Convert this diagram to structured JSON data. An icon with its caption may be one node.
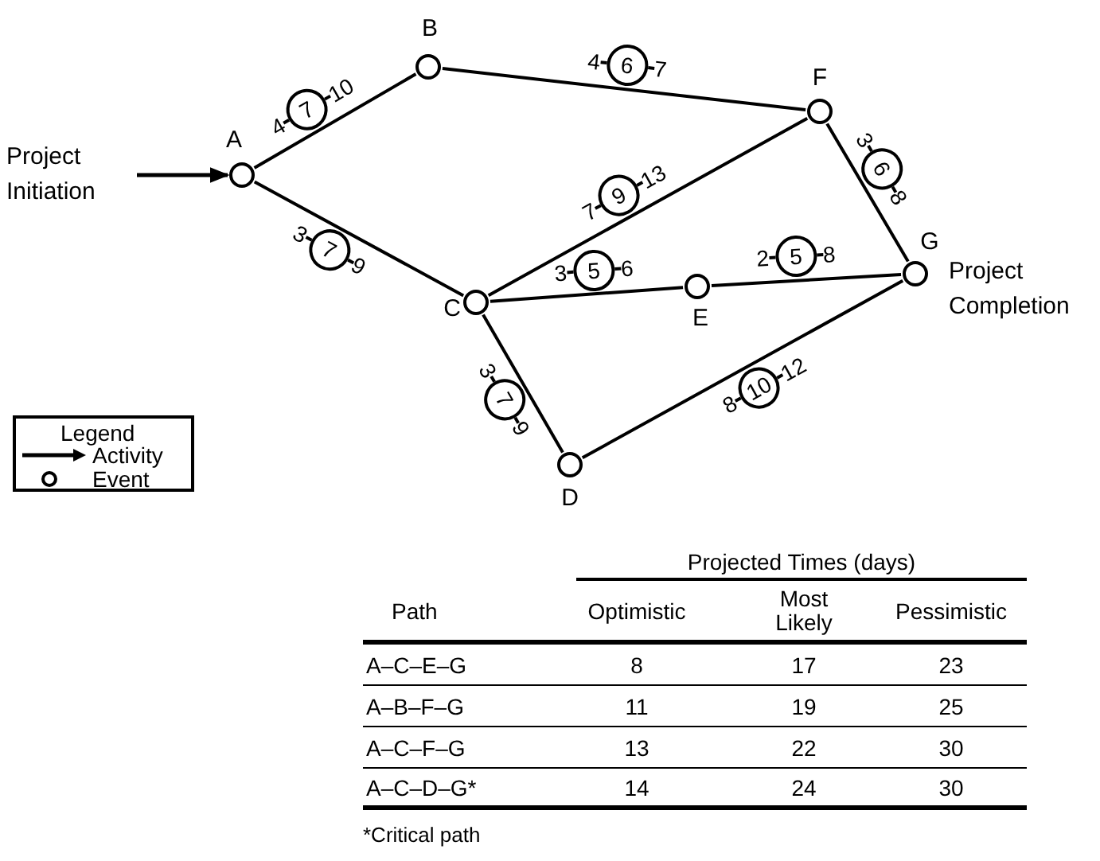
{
  "diagram": {
    "nodes": [
      {
        "text": [
          "Project Initiation"
        ]
      },
      {
        "text": [],
        "shape": "circle",
        "beside": [
          "A"
        ]
      },
      {
        "text": [],
        "shape": "circle",
        "beside": [
          "B"
        ]
      },
      {
        "text": [],
        "shape": "circle",
        "beside": [
          "C"
        ]
      },
      {
        "text": [],
        "shape": "circle",
        "beside": [
          "D"
        ]
      },
      {
        "text": [],
        "shape": "circle",
        "beside": [
          "E"
        ]
      },
      {
        "text": [],
        "shape": "circle",
        "beside": [
          "F"
        ]
      },
      {
        "text": [],
        "shape": "circle",
        "beside": [
          "G",
          "Project Completion"
        ]
      }
    ],
    "edges": [
      {
        "from": 0,
        "to": 1,
        "arrow": "to"
      },
      {
        "from": 1,
        "to": 2,
        "arrow": "none",
        "label": "4 7 10"
      },
      {
        "from": 1,
        "to": 3,
        "arrow": "none",
        "label": "3 7 9"
      },
      {
        "from": 2,
        "to": 6,
        "arrow": "none",
        "label": "4 6 7"
      },
      {
        "from": 3,
        "to": 6,
        "arrow": "none",
        "label": "7 9 13"
      },
      {
        "from": 3,
        "to": 5,
        "arrow": "none",
        "label": "3 5 6"
      },
      {
        "from": 5,
        "to": 7,
        "arrow": "none",
        "label": "2 5 8"
      },
      {
        "from": 6,
        "to": 7,
        "arrow": "none",
        "label": "3 6 8"
      },
      {
        "from": 3,
        "to": 4,
        "arrow": "none",
        "label": "3 7 9"
      },
      {
        "from": 4,
        "to": 7,
        "arrow": "none",
        "label": "8 10 12"
      }
    ],
    "labels": [
      "Legend",
      "Projected Times (days)",
      "Path",
      "Optimistic",
      "Most Likely",
      "Pessimistic",
      "A–C–E–G",
      "8",
      "17",
      "23",
      "A–B–F–G",
      "11",
      "19",
      "25",
      "A–C–F–G",
      "13",
      "22",
      "30",
      "A–C–D–G*",
      "14",
      "24",
      "30",
      "*Critical path"
    ],
    "legend": [
      {
        "text": "Activity"
      },
      {
        "text": "Event"
      }
    ]
  }
}
